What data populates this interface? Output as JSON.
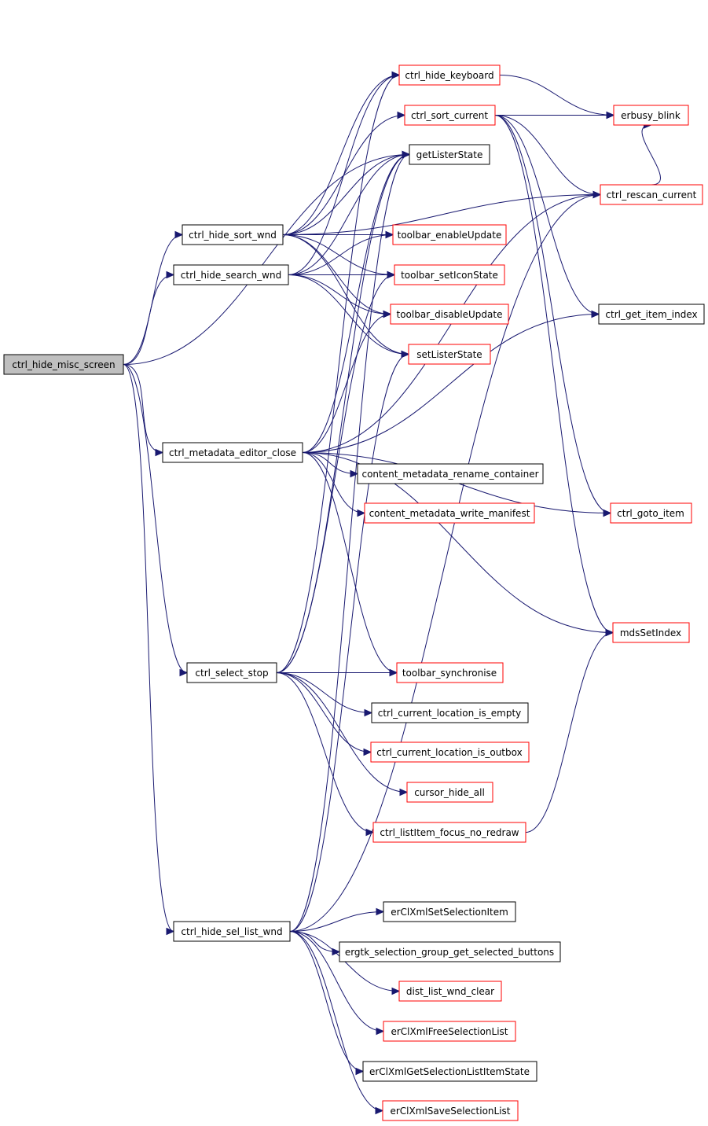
{
  "colors": {
    "edge": "#191970",
    "root_fill": "#bfbfbf",
    "border_black": "#000000",
    "border_red": "#ff0000",
    "background": "#ffffff"
  },
  "nodes": {
    "root": {
      "label": "ctrl_hide_misc_screen",
      "style": "root"
    },
    "hide_sort_wnd": {
      "label": "ctrl_hide_sort_wnd",
      "style": "black"
    },
    "hide_search_wnd": {
      "label": "ctrl_hide_search_wnd",
      "style": "black"
    },
    "metadata_editor_close": {
      "label": "ctrl_metadata_editor_close",
      "style": "black"
    },
    "select_stop": {
      "label": "ctrl_select_stop",
      "style": "black"
    },
    "hide_sel_list_wnd": {
      "label": "ctrl_hide_sel_list_wnd",
      "style": "black"
    },
    "hide_keyboard": {
      "label": "ctrl_hide_keyboard",
      "style": "red"
    },
    "sort_current": {
      "label": "ctrl_sort_current",
      "style": "red"
    },
    "getListerState": {
      "label": "getListerState",
      "style": "black"
    },
    "toolbar_enableUpdate": {
      "label": "toolbar_enableUpdate",
      "style": "red"
    },
    "toolbar_setIconState": {
      "label": "toolbar_setIconState",
      "style": "red"
    },
    "toolbar_disableUpdate": {
      "label": "toolbar_disableUpdate",
      "style": "red"
    },
    "setListerState": {
      "label": "setListerState",
      "style": "red"
    },
    "content_metadata_rename_container": {
      "label": "content_metadata_rename_container",
      "style": "black"
    },
    "content_metadata_write_manifest": {
      "label": "content_metadata_write_manifest",
      "style": "red"
    },
    "toolbar_synchronise": {
      "label": "toolbar_synchronise",
      "style": "red"
    },
    "ctrl_current_location_is_empty": {
      "label": "ctrl_current_location_is_empty",
      "style": "black"
    },
    "ctrl_current_location_is_outbox": {
      "label": "ctrl_current_location_is_outbox",
      "style": "red"
    },
    "cursor_hide_all": {
      "label": "cursor_hide_all",
      "style": "red"
    },
    "ctrl_listItem_focus_no_redraw": {
      "label": "ctrl_listItem_focus_no_redraw",
      "style": "red"
    },
    "erClXmlSetSelectionItem": {
      "label": "erClXmlSetSelectionItem",
      "style": "black"
    },
    "ergtk_selection_group_get_selected_buttons": {
      "label": "ergtk_selection_group_get_selected_buttons",
      "style": "black"
    },
    "dist_list_wnd_clear": {
      "label": "dist_list_wnd_clear",
      "style": "red"
    },
    "erClXmlFreeSelectionList": {
      "label": "erClXmlFreeSelectionList",
      "style": "red"
    },
    "erClXmlGetSelectionListItemState": {
      "label": "erClXmlGetSelectionListItemState",
      "style": "black"
    },
    "erClXmlSaveSelectionList": {
      "label": "erClXmlSaveSelectionList",
      "style": "red"
    },
    "erbusy_blink": {
      "label": "erbusy_blink",
      "style": "red"
    },
    "ctrl_rescan_current": {
      "label": "ctrl_rescan_current",
      "style": "red"
    },
    "ctrl_get_item_index": {
      "label": "ctrl_get_item_index",
      "style": "black"
    },
    "ctrl_goto_item": {
      "label": "ctrl_goto_item",
      "style": "red"
    },
    "mdsSetIndex": {
      "label": "mdsSetIndex",
      "style": "red"
    }
  },
  "edges": [
    [
      "root",
      "hide_sort_wnd"
    ],
    [
      "root",
      "hide_search_wnd"
    ],
    [
      "root",
      "metadata_editor_close"
    ],
    [
      "root",
      "select_stop"
    ],
    [
      "root",
      "hide_sel_list_wnd"
    ],
    [
      "root",
      "getListerState"
    ],
    [
      "hide_sort_wnd",
      "hide_keyboard"
    ],
    [
      "hide_sort_wnd",
      "sort_current"
    ],
    [
      "hide_sort_wnd",
      "getListerState"
    ],
    [
      "hide_sort_wnd",
      "toolbar_enableUpdate"
    ],
    [
      "hide_sort_wnd",
      "toolbar_setIconState"
    ],
    [
      "hide_sort_wnd",
      "toolbar_disableUpdate"
    ],
    [
      "hide_sort_wnd",
      "setListerState"
    ],
    [
      "hide_sort_wnd",
      "ctrl_rescan_current"
    ],
    [
      "hide_search_wnd",
      "hide_keyboard"
    ],
    [
      "hide_search_wnd",
      "getListerState"
    ],
    [
      "hide_search_wnd",
      "toolbar_enableUpdate"
    ],
    [
      "hide_search_wnd",
      "toolbar_setIconState"
    ],
    [
      "hide_search_wnd",
      "toolbar_disableUpdate"
    ],
    [
      "hide_search_wnd",
      "setListerState"
    ],
    [
      "metadata_editor_close",
      "getListerState"
    ],
    [
      "metadata_editor_close",
      "ctrl_rescan_current"
    ],
    [
      "metadata_editor_close",
      "content_metadata_rename_container"
    ],
    [
      "metadata_editor_close",
      "content_metadata_write_manifest"
    ],
    [
      "metadata_editor_close",
      "toolbar_disableUpdate"
    ],
    [
      "metadata_editor_close",
      "ctrl_get_item_index"
    ],
    [
      "metadata_editor_close",
      "ctrl_goto_item"
    ],
    [
      "metadata_editor_close",
      "mdsSetIndex"
    ],
    [
      "metadata_editor_close",
      "toolbar_synchronise"
    ],
    [
      "select_stop",
      "hide_keyboard"
    ],
    [
      "select_stop",
      "getListerState"
    ],
    [
      "select_stop",
      "toolbar_setIconState"
    ],
    [
      "select_stop",
      "toolbar_synchronise"
    ],
    [
      "select_stop",
      "ctrl_current_location_is_empty"
    ],
    [
      "select_stop",
      "ctrl_current_location_is_outbox"
    ],
    [
      "select_stop",
      "cursor_hide_all"
    ],
    [
      "select_stop",
      "ctrl_listItem_focus_no_redraw"
    ],
    [
      "hide_sel_list_wnd",
      "getListerState"
    ],
    [
      "hide_sel_list_wnd",
      "setListerState"
    ],
    [
      "hide_sel_list_wnd",
      "ctrl_rescan_current"
    ],
    [
      "hide_sel_list_wnd",
      "erClXmlSetSelectionItem"
    ],
    [
      "hide_sel_list_wnd",
      "ergtk_selection_group_get_selected_buttons"
    ],
    [
      "hide_sel_list_wnd",
      "dist_list_wnd_clear"
    ],
    [
      "hide_sel_list_wnd",
      "erClXmlFreeSelectionList"
    ],
    [
      "hide_sel_list_wnd",
      "erClXmlGetSelectionListItemState"
    ],
    [
      "hide_sel_list_wnd",
      "erClXmlSaveSelectionList"
    ],
    [
      "hide_keyboard",
      "erbusy_blink"
    ],
    [
      "sort_current",
      "erbusy_blink"
    ],
    [
      "sort_current",
      "ctrl_rescan_current"
    ],
    [
      "sort_current",
      "ctrl_get_item_index"
    ],
    [
      "sort_current",
      "ctrl_goto_item"
    ],
    [
      "sort_current",
      "mdsSetIndex"
    ],
    [
      "ctrl_rescan_current",
      "erbusy_blink"
    ],
    [
      "ctrl_listItem_focus_no_redraw",
      "mdsSetIndex"
    ]
  ]
}
